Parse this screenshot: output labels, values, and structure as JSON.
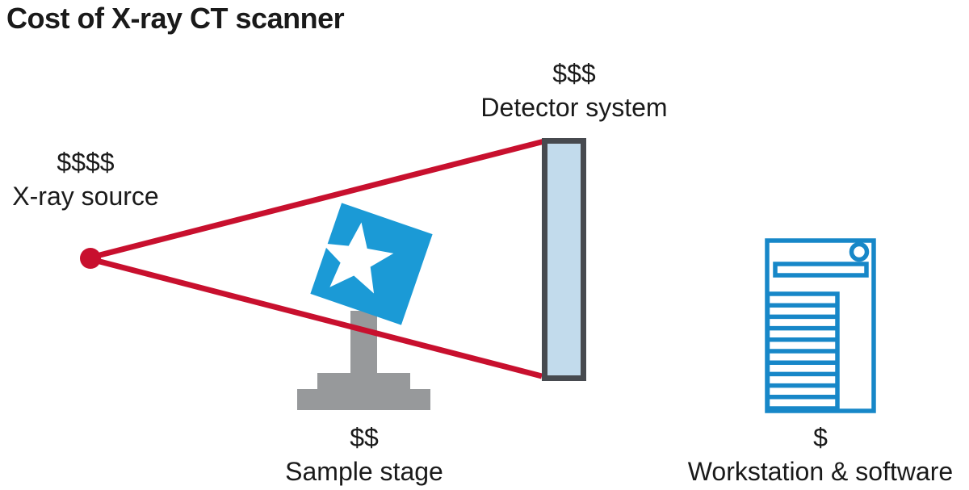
{
  "title": "Cost of X-ray CT scanner",
  "diagram": {
    "components": [
      {
        "id": "xray_source",
        "cost": "$$$$",
        "label": "X-ray source"
      },
      {
        "id": "detector_system",
        "cost": "$$$",
        "label": "Detector system"
      },
      {
        "id": "sample_stage",
        "cost": "$$",
        "label": "Sample stage"
      },
      {
        "id": "workstation_software",
        "cost": "$",
        "label": "Workstation & software"
      }
    ]
  },
  "colors": {
    "background": "#FFFFFF",
    "text": "#1A1A1A",
    "beam_red": "#C8102E",
    "sample_blue": "#1B9AD6",
    "workstation_blue": "#1787C8",
    "detector_fill": "#C2DBEC",
    "detector_border": "#474A4F",
    "stand_gray": "#97999B",
    "star_white": "#FFFFFF"
  }
}
